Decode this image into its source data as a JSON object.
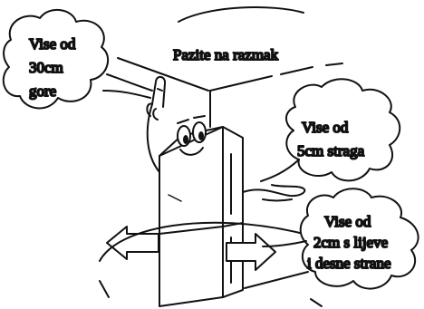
{
  "title": "Pazite na razmak",
  "bubbles": {
    "top": [
      "Vise od",
      "30cm",
      "gore"
    ],
    "back": [
      "Vise od",
      "5cm straga"
    ],
    "sides": [
      "Vise  od",
      "2cm s lijeve",
      "i desne strane"
    ]
  },
  "colors": {
    "ink": "#111111",
    "background": "#ffffff"
  }
}
